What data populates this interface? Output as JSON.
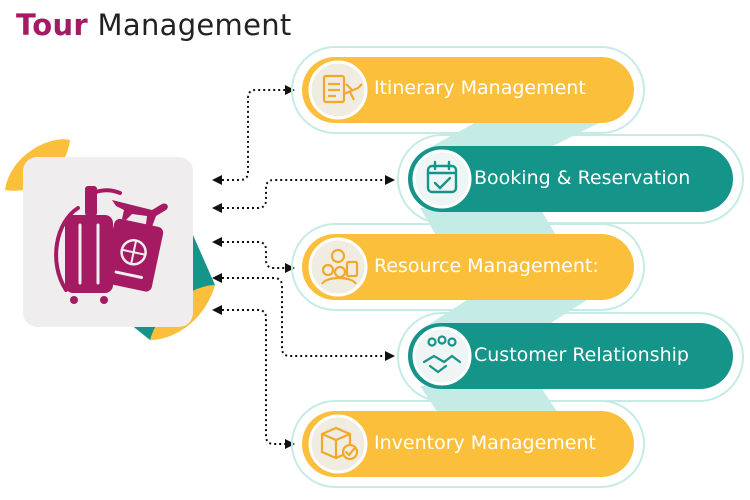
{
  "title": {
    "accent": "Tour",
    "rest": "Management"
  },
  "colors": {
    "accent": "#a51b63",
    "yellow": "#fbbf3b",
    "teal": "#15948a",
    "light_teal": "#bfe8e2",
    "grey": "#efeded"
  },
  "center_icon": "luggage-passport-airplane-icon",
  "items": [
    {
      "label": "Itinerary Management",
      "icon": "itinerary-airplane-icon",
      "color": "yellow"
    },
    {
      "label": "Booking & Reservation",
      "icon": "calendar-check-icon",
      "color": "teal"
    },
    {
      "label": "Resource Management:",
      "icon": "resource-people-icon",
      "color": "yellow"
    },
    {
      "label": "Customer Relationship",
      "icon": "handshake-icon",
      "color": "teal"
    },
    {
      "label": "Inventory Management",
      "icon": "box-check-icon",
      "color": "yellow"
    }
  ]
}
